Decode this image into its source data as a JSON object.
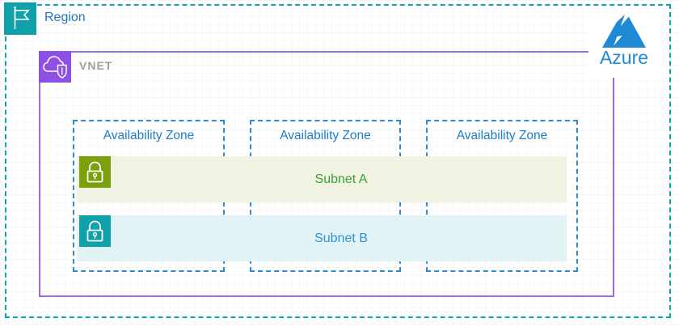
{
  "region": {
    "label": "Region",
    "icon": "flag-icon",
    "border_color": "#0BA3AE",
    "badge_color": "#0EA1A9",
    "label_color": "#1F76BE"
  },
  "vnet": {
    "label": "VNET",
    "icon": "cloud-shield-icon",
    "border_color": "#9A6CEC",
    "badge_color": "#8C50E4",
    "label_color": "#9E9E9E"
  },
  "azure": {
    "label": "Azure",
    "icon": "azure-logo-icon",
    "color": "#1E8AD6"
  },
  "zones": [
    {
      "label": "Availability Zone"
    },
    {
      "label": "Availability Zone"
    },
    {
      "label": "Availability Zone"
    }
  ],
  "zone_style": {
    "border_color": "#3189D2",
    "label_color": "#1F7EC6",
    "border_style": "dashed"
  },
  "subnets": [
    {
      "label": "Subnet A",
      "fill": "#F0F2E2",
      "text_color": "#38A138",
      "lock_badge_color": "#7BA00C",
      "icon": "lock-icon"
    },
    {
      "label": "Subnet B",
      "fill": "#E2F3F6",
      "text_color": "#2E92D4",
      "lock_badge_color": "#0EA1A9",
      "icon": "lock-icon"
    }
  ]
}
